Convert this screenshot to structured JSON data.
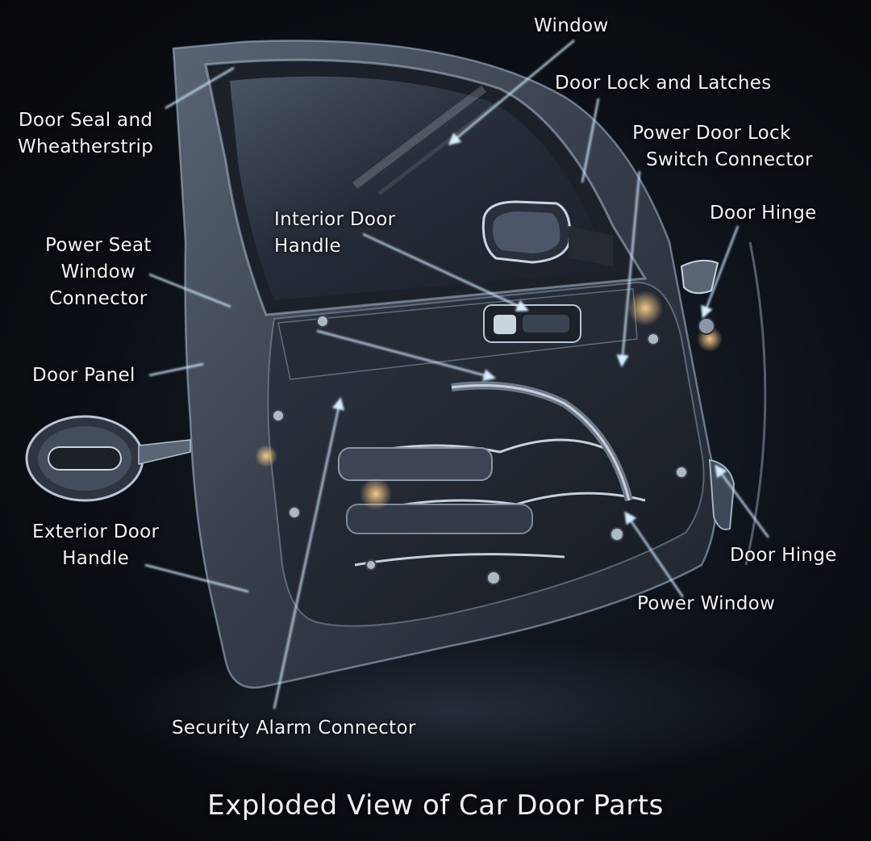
{
  "diagram": {
    "title": "Exploded View of Car Door Parts",
    "labels": {
      "window": [
        "Window"
      ],
      "door_lock": [
        "Door Lock and Latches"
      ],
      "door_seal": [
        "Door Seal and",
        "Wheatherstrip"
      ],
      "power_door_lock_switch": [
        "Power Door Lock",
        "Switch Connector"
      ],
      "door_hinge_upper": [
        "Door Hinge"
      ],
      "interior_door_handle": [
        "Interior Door",
        "Handle"
      ],
      "power_seat_window": [
        "Power Seat",
        "Window",
        "Connector"
      ],
      "door_panel": [
        "Door Panel"
      ],
      "exterior_door_handle": [
        "Exterior Door",
        "Handle"
      ],
      "door_hinge_lower": [
        "Door Hinge"
      ],
      "power_window": [
        "Power Window"
      ],
      "security_alarm": [
        "Security Alarm Connector"
      ]
    },
    "colors": {
      "background": "#0c1016",
      "door_body": "#3a4250",
      "glass": "#2a3140",
      "leader_line": "#bfe3ff",
      "highlight": "#e8a040"
    }
  }
}
